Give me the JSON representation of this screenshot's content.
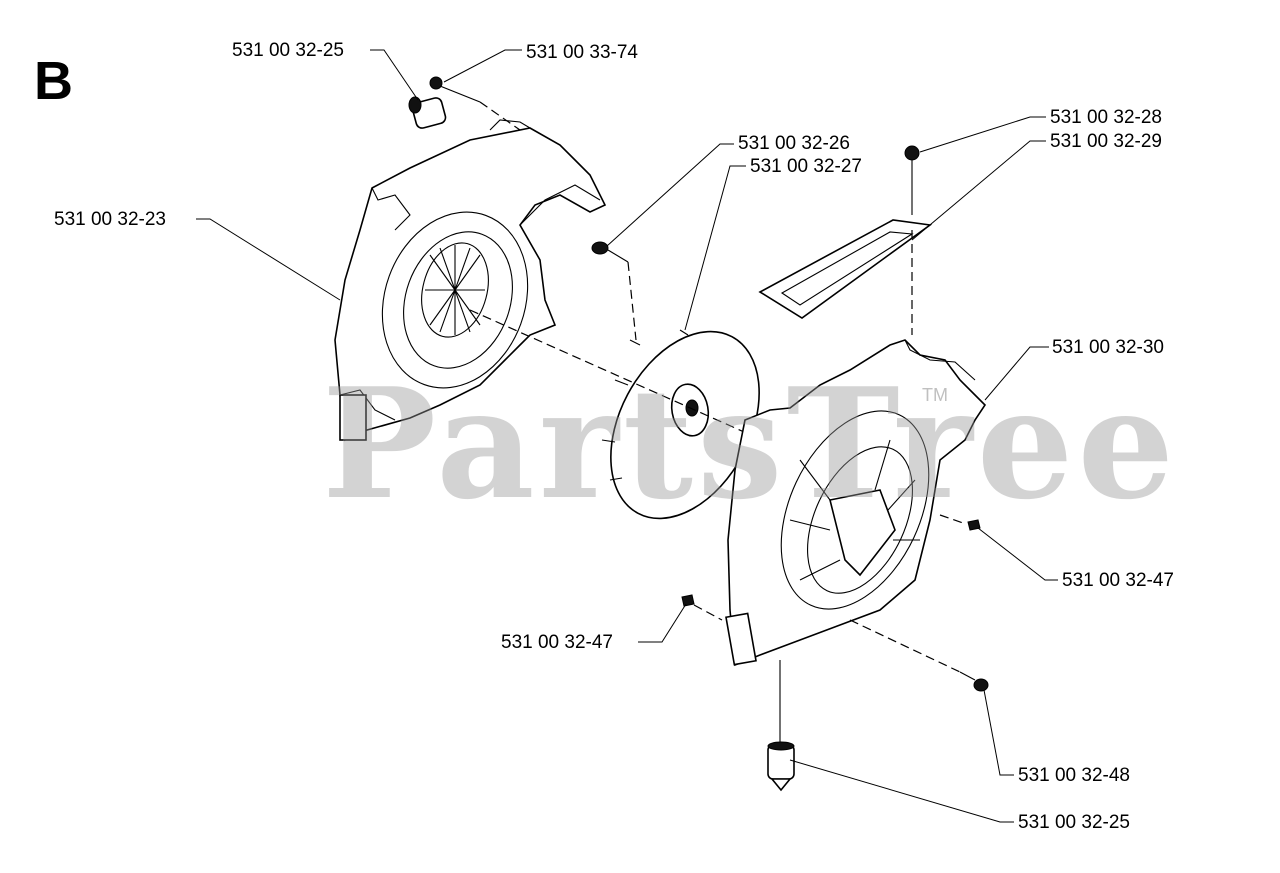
{
  "diagram": {
    "section_letter": "B",
    "watermark": "PartsTree",
    "watermark_tm": "TM",
    "parts": [
      {
        "id": "p1",
        "label": "531 00 32-25"
      },
      {
        "id": "p2",
        "label": "531 00 33-74"
      },
      {
        "id": "p3",
        "label": "531 00 32-28"
      },
      {
        "id": "p4",
        "label": "531 00 32-29"
      },
      {
        "id": "p5",
        "label": "531 00 32-26"
      },
      {
        "id": "p6",
        "label": "531 00 32-27"
      },
      {
        "id": "p7",
        "label": "531 00 32-23"
      },
      {
        "id": "p8",
        "label": "531 00 32-30"
      },
      {
        "id": "p9",
        "label": "531 00 32-47"
      },
      {
        "id": "p10",
        "label": "531 00 32-47"
      },
      {
        "id": "p11",
        "label": "531 00 32-48"
      },
      {
        "id": "p12",
        "label": "531 00 32-25"
      }
    ]
  }
}
